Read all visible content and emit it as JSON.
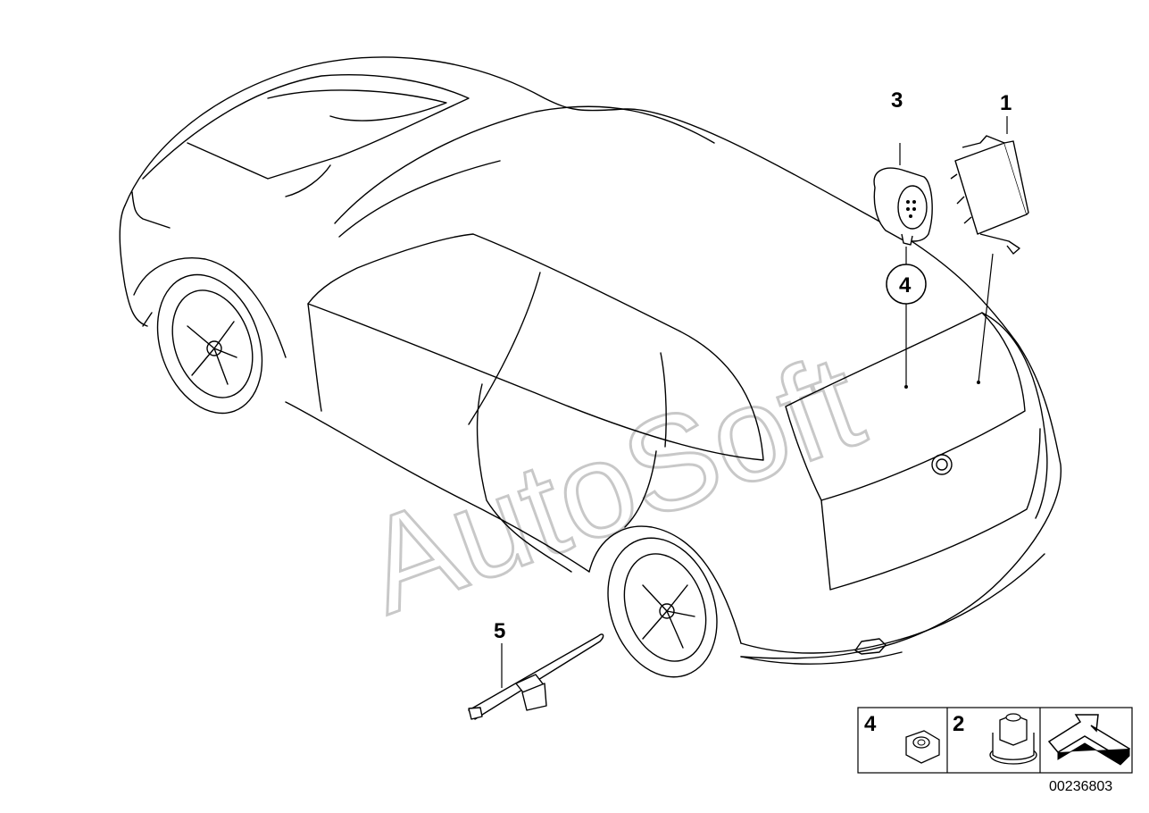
{
  "watermark": "AutoSoft",
  "callouts": {
    "c1": "1",
    "c2": "2",
    "c3": "3",
    "c4_circle": "4",
    "c4_box": "4",
    "c5": "5"
  },
  "legend": {
    "item_a_label": "4",
    "item_a_icon": "hex-nut-icon",
    "item_b_label": "2",
    "item_b_icon": "flange-nut-icon",
    "orientation_icon": "arrow-icon"
  },
  "part_number": "00236803"
}
